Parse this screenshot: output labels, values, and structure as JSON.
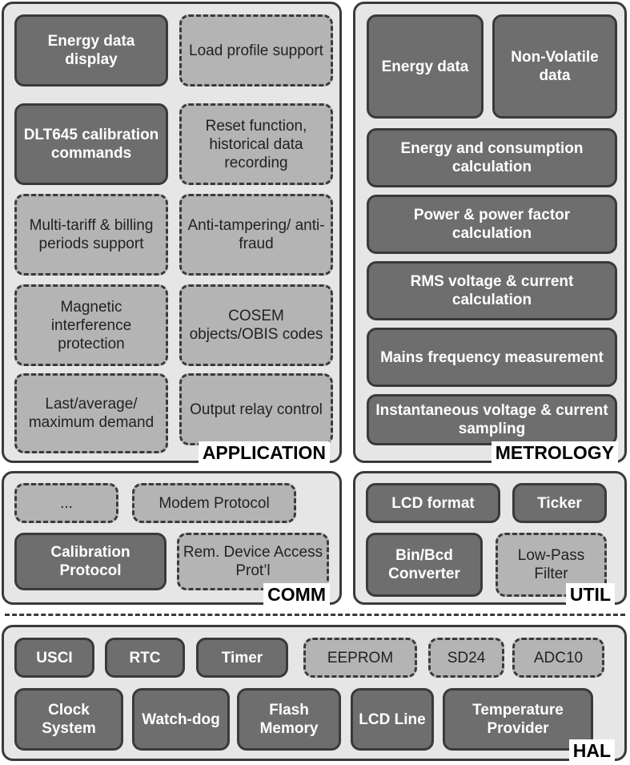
{
  "colors": {
    "solid_block": "#6e6e6e",
    "dashed_block": "#b4b4b4",
    "group_background": "#e6e6e6",
    "outline": "#3a3a3a"
  },
  "layers": {
    "application": {
      "label": "APPLICATION",
      "blocks": [
        {
          "text": "Energy data display",
          "style": "solid"
        },
        {
          "text": "Load profile support",
          "style": "dashed"
        },
        {
          "text": "DLT645 calibration commands",
          "style": "solid"
        },
        {
          "text": "Reset function, historical data recording",
          "style": "dashed"
        },
        {
          "text": "Multi-tariff & billing periods support",
          "style": "dashed"
        },
        {
          "text": "Anti-tampering/ anti-fraud",
          "style": "dashed"
        },
        {
          "text": "Magnetic interference protection",
          "style": "dashed"
        },
        {
          "text": "COSEM objects/OBIS codes",
          "style": "dashed"
        },
        {
          "text": "Last/average/ maximum demand",
          "style": "dashed"
        },
        {
          "text": "Output relay control",
          "style": "dashed"
        }
      ]
    },
    "metrology": {
      "label": "METROLOGY",
      "blocks": [
        {
          "text": "Energy data",
          "style": "solid"
        },
        {
          "text": "Non-Volatile data",
          "style": "solid"
        },
        {
          "text": "Energy and consumption calculation",
          "style": "solid"
        },
        {
          "text": "Power & power factor calculation",
          "style": "solid"
        },
        {
          "text": "RMS voltage & current calculation",
          "style": "solid"
        },
        {
          "text": "Mains frequency measurement",
          "style": "solid"
        },
        {
          "text": "Instantaneous voltage & current sampling",
          "style": "solid"
        }
      ]
    },
    "comm": {
      "label": "COMM",
      "blocks": [
        {
          "text": "...",
          "style": "dashed"
        },
        {
          "text": "Modem Protocol",
          "style": "dashed"
        },
        {
          "text": "Calibration Protocol",
          "style": "solid"
        },
        {
          "text": "Rem. Device Access  Prot’l",
          "style": "dashed"
        }
      ]
    },
    "util": {
      "label": "UTIL",
      "blocks": [
        {
          "text": "LCD format",
          "style": "solid"
        },
        {
          "text": "Ticker",
          "style": "solid"
        },
        {
          "text": "Bin/Bcd Converter",
          "style": "solid"
        },
        {
          "text": "Low-Pass Filter",
          "style": "dashed"
        }
      ]
    },
    "hal": {
      "label": "HAL",
      "blocks": [
        {
          "text": "USCI",
          "style": "solid"
        },
        {
          "text": "RTC",
          "style": "solid"
        },
        {
          "text": "Timer",
          "style": "solid"
        },
        {
          "text": "EEPROM",
          "style": "dashed"
        },
        {
          "text": "SD24",
          "style": "dashed"
        },
        {
          "text": "ADC10",
          "style": "dashed"
        },
        {
          "text": "Clock System",
          "style": "solid"
        },
        {
          "text": "Watch-dog",
          "style": "solid"
        },
        {
          "text": "Flash Memory",
          "style": "solid"
        },
        {
          "text": "LCD Line",
          "style": "solid"
        },
        {
          "text": "Temperature Provider",
          "style": "solid"
        }
      ]
    }
  }
}
